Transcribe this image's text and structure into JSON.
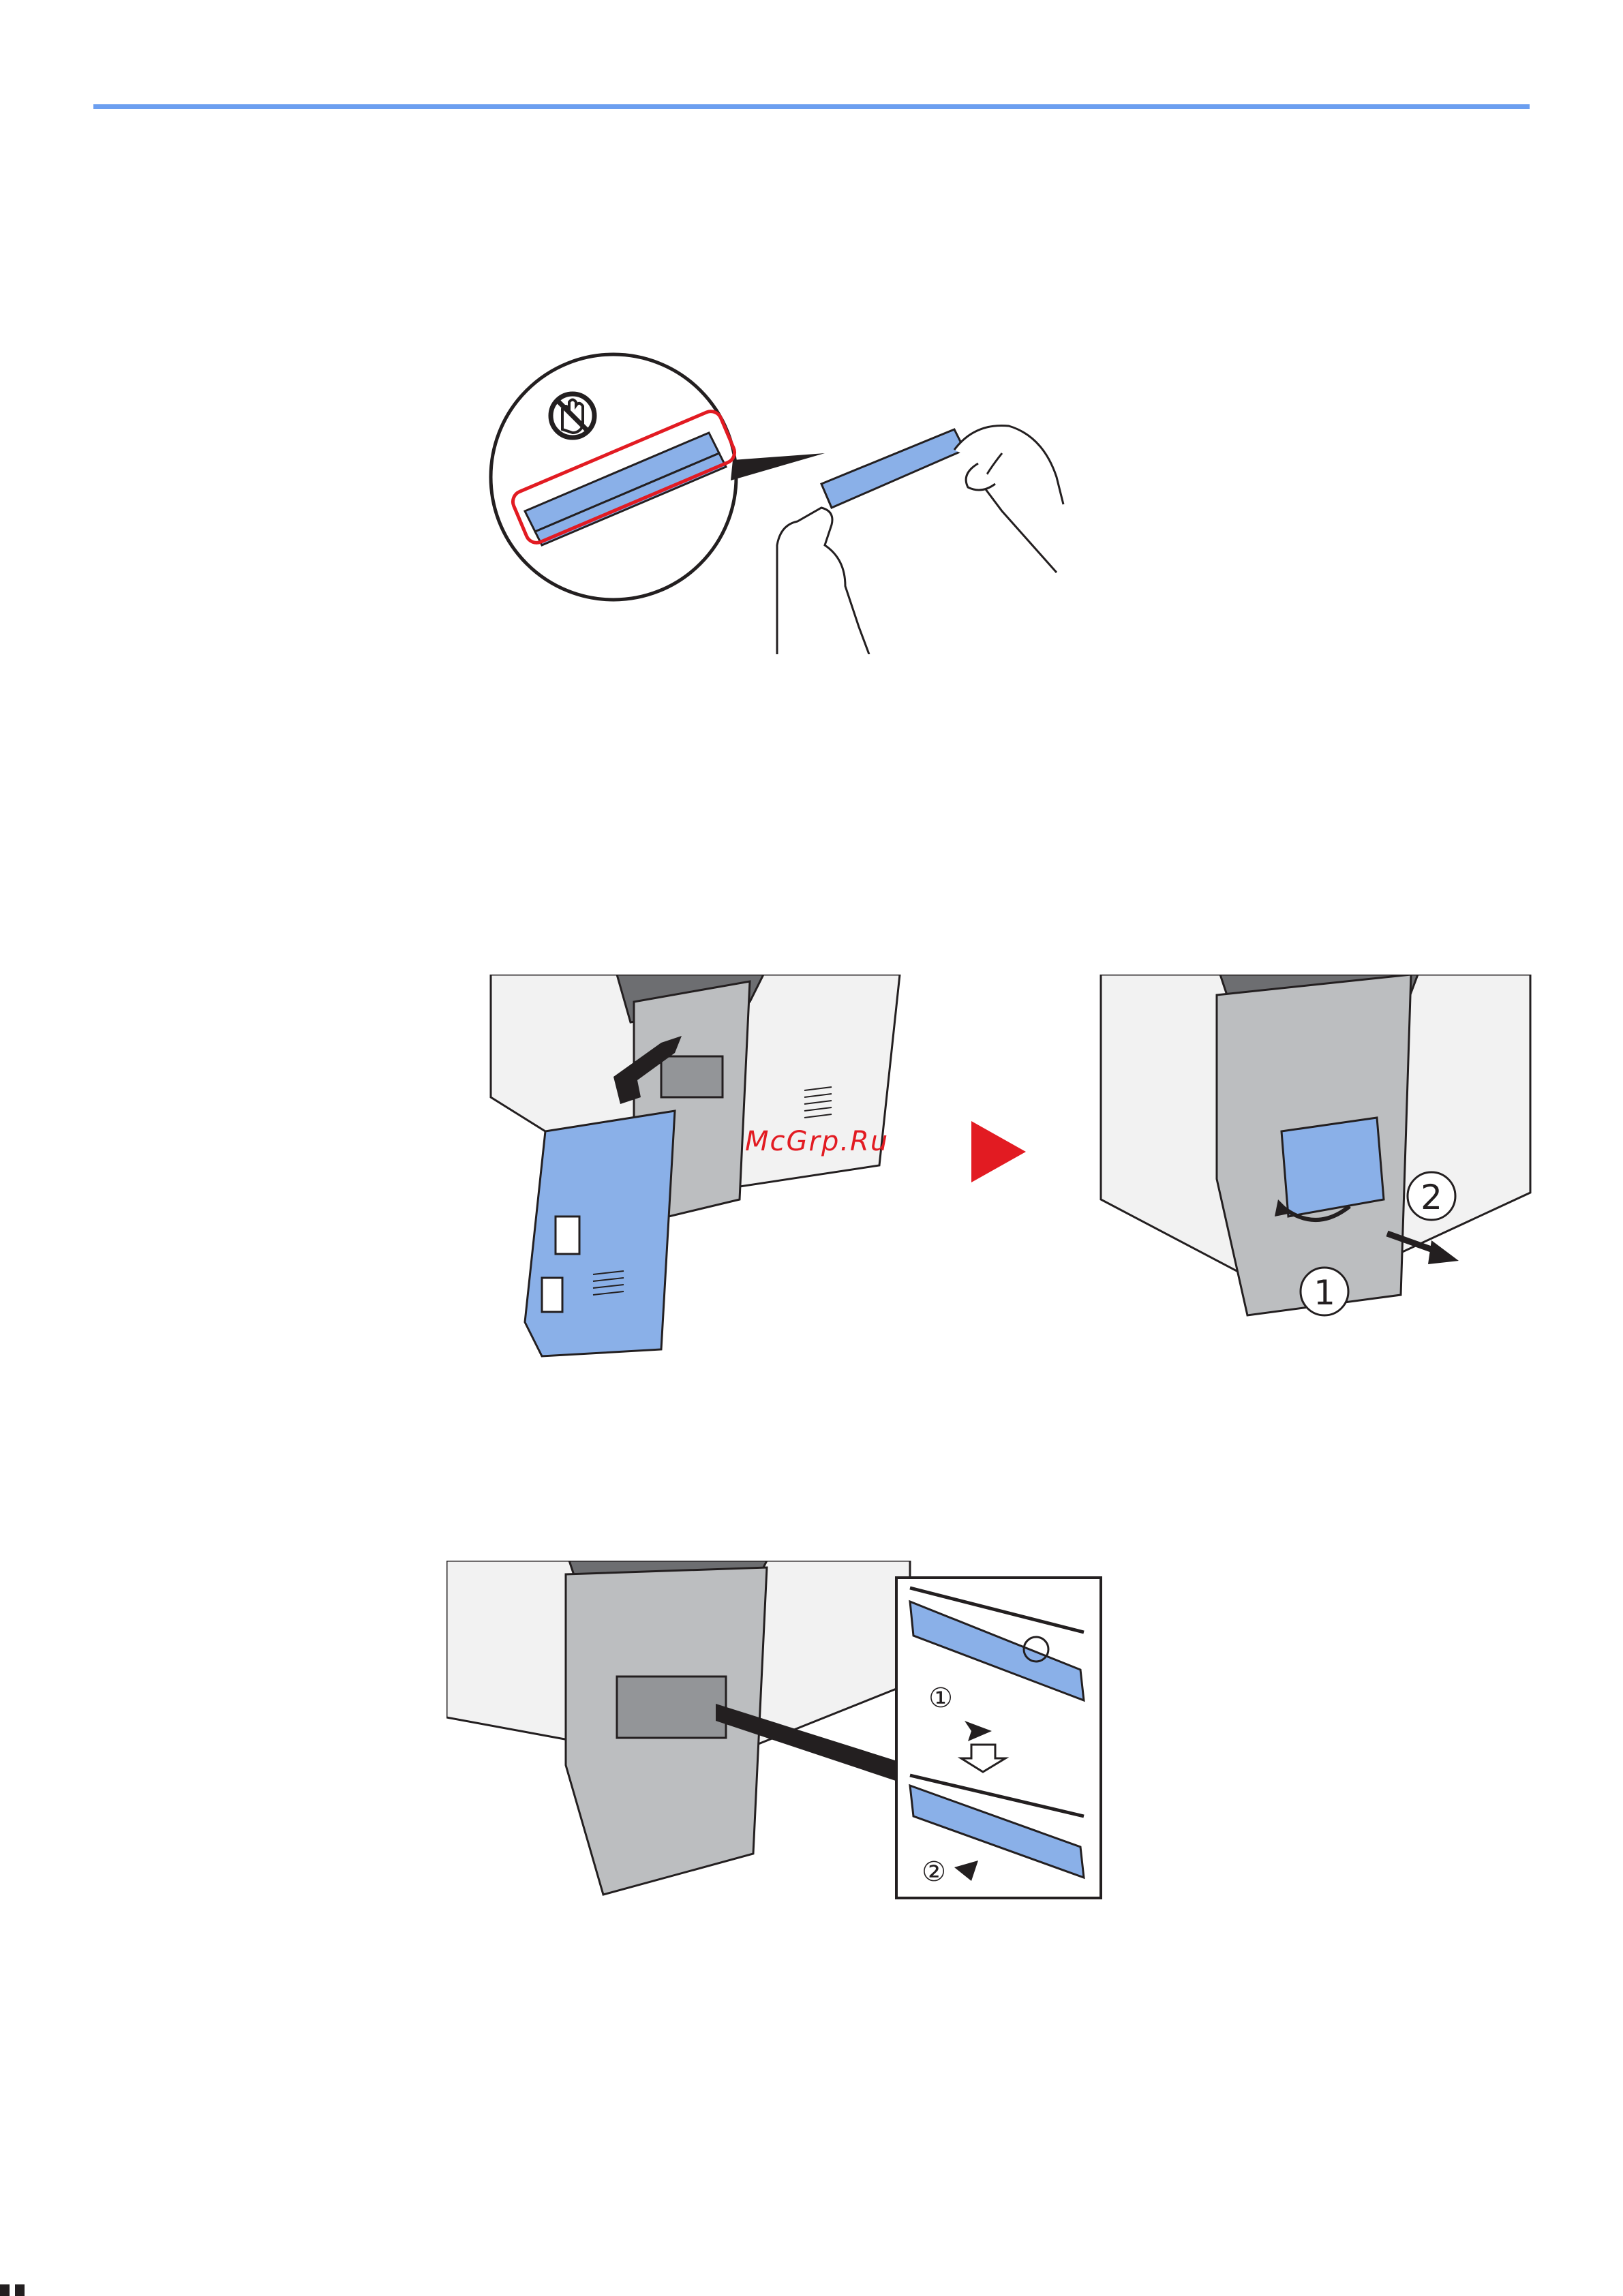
{
  "page": {
    "watermark": "McGrp.Ru",
    "accent_color": "#6c9ff0",
    "module_color": "#8ab0e8",
    "arrow_color": "#e21b22"
  },
  "figure_2": {
    "step_1": "2",
    "step_2": "1"
  },
  "figure_3": {
    "step_1": "①",
    "step_2": "②"
  }
}
